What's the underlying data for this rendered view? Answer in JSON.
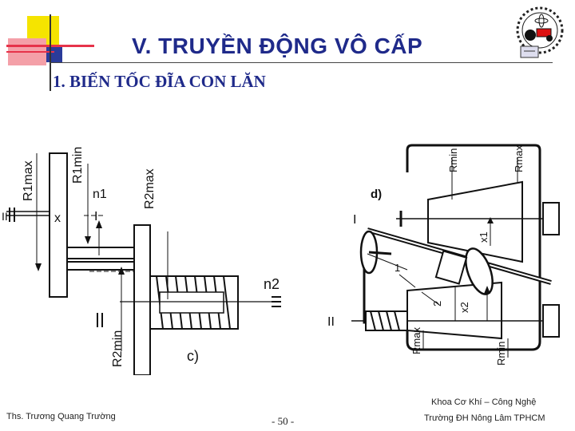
{
  "slide": {
    "title": "V. TRUYỀN ĐỘNG VÔ CẤP",
    "subtitle": "1. BIẾN TỐC ĐĨA CON LĂN"
  },
  "colors": {
    "title": "#1f2a8a",
    "accent_yellow": "#f5e400",
    "accent_red": "#e6334a",
    "accent_pink": "#f4a0a8",
    "accent_blue": "#2a3b9a"
  },
  "figure_left": {
    "labels": {
      "r1max": "R1max",
      "r1min": "R1min",
      "r2max": "R2max",
      "r2min": "R2min",
      "n1": "n1",
      "n2": "n2",
      "x": "x",
      "axis_i": "I",
      "axis_ii": "II",
      "caption": "c)"
    }
  },
  "figure_right": {
    "labels": {
      "d": "d)",
      "shaft_i": "I",
      "shaft_ii": "II",
      "rmin_top": "Rmin",
      "rmax_top": "Rmax",
      "rmax_bottom": "Rmax",
      "rmin_bottom": "Rmin",
      "x1": "x1",
      "x2": "x2",
      "num1": "1",
      "num2": "2"
    }
  },
  "footer": {
    "author": "Ths. Trương Quang Trường",
    "page": "- 50 -",
    "department": "Khoa Cơ Khí – Công Nghệ",
    "university": "Trường ĐH Nông Lâm TPHCM"
  },
  "logo": {
    "icon": "university-logo-icon"
  }
}
